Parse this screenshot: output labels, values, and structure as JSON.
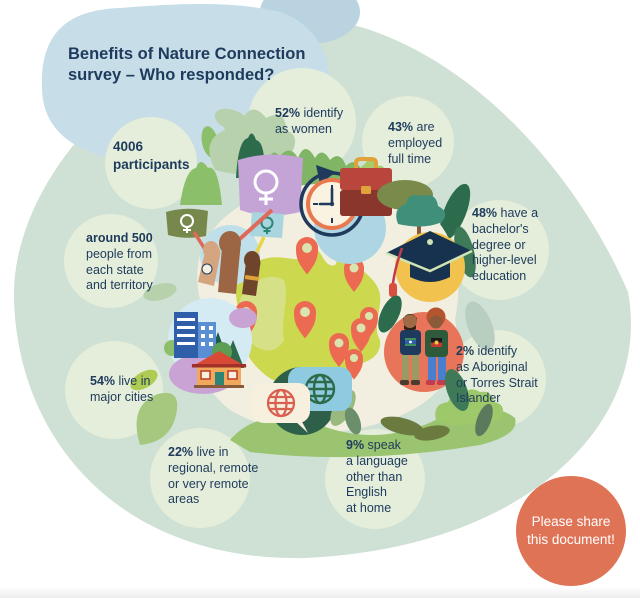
{
  "title": {
    "text": "Benefits of Nature Connection\nsurvey – Who responded?"
  },
  "participants": {
    "text": "4006\nparticipants"
  },
  "stats": [
    {
      "id": "women",
      "bold": "52%",
      "rest": " identify\nas women"
    },
    {
      "id": "employed",
      "bold": "43%",
      "rest": " are\nemployed\nfull time"
    },
    {
      "id": "education",
      "bold": "48%",
      "rest": " have a\nbachelor's\ndegree or\nhigher-level\neducation"
    },
    {
      "id": "indigenous",
      "bold": "2%",
      "rest": " identify\nas Aboriginal\nor Torres Strait\nIslander"
    },
    {
      "id": "language",
      "bold": "9%",
      "rest": " speak\na language\nother than\nEnglish\nat home"
    },
    {
      "id": "regional",
      "bold": "22%",
      "rest": " live in\nregional, remote\nor very remote\nareas"
    },
    {
      "id": "cities",
      "bold": "54%",
      "rest": " live in\nmajor cities"
    },
    {
      "id": "states",
      "bold": "around 500",
      "rest": "\npeople from\neach state\nand territory"
    }
  ],
  "share": {
    "text": "Please share\nthis document!"
  },
  "illustrations": {
    "center": "australia-map-with-location-pins",
    "location_pins_count": 8,
    "elements": [
      "women-flags-raised-fists",
      "clock-icon",
      "briefcase-icon",
      "graduation-cap-icon",
      "aboriginal-and-torres-strait-islander-people",
      "speech-bubbles-with-globes",
      "city-buildings-icon",
      "house-icon",
      "trees-and-leaves"
    ]
  },
  "colors": {
    "background_circle": "#cfe0d4",
    "title_blob": "#c7dde8",
    "stat_circle": "#e4eeda",
    "text_navy": "#1e3a5c",
    "share_circle_orange": "#df7356",
    "australia_map": "#ccd94e",
    "location_pin": "#ec6a52"
  }
}
